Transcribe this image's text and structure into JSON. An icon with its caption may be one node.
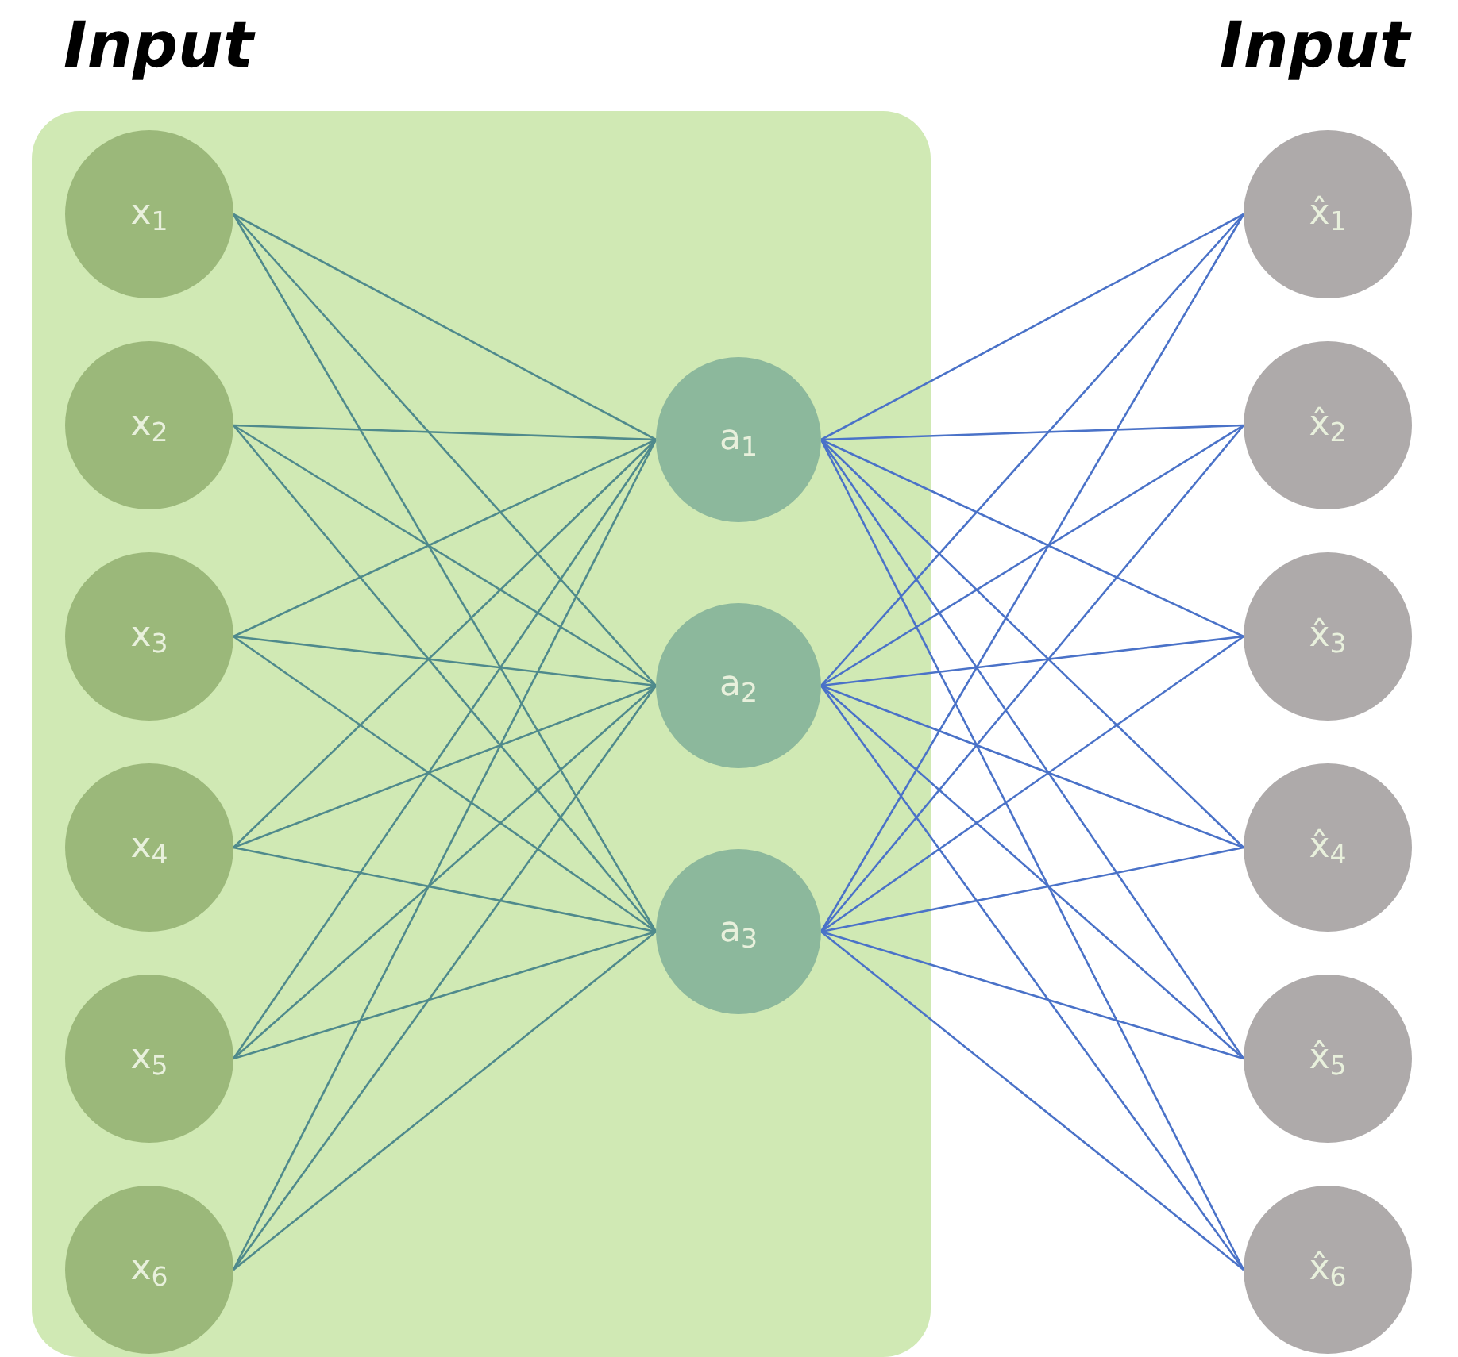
{
  "diagram": {
    "nodes": [
      {
        "text": [],
        "shape": "box"
      },
      {
        "text": [
          "x$_{1}$"
        ],
        "in": 0
      },
      {
        "text": [
          "x$_{2}$"
        ],
        "in": 0
      },
      {
        "text": [
          "x$_{3}$"
        ],
        "in": 0
      },
      {
        "text": [
          "x$_{4}$"
        ],
        "in": 0
      },
      {
        "text": [
          "x$_{5}$"
        ],
        "in": 0
      },
      {
        "text": [
          "x$_{6}$"
        ],
        "in": 0
      },
      {
        "text": [
          "a$_{1}$"
        ],
        "in": 0
      },
      {
        "text": [
          "a$_{2}$"
        ],
        "in": 0
      },
      {
        "text": [
          "a$_{3}$"
        ],
        "in": 0
      },
      {
        "text": [
          "x̂$_{1}$"
        ]
      },
      {
        "text": [
          "x̂$_{2}$"
        ]
      },
      {
        "text": [
          "x̂$_{3}$"
        ]
      },
      {
        "text": [
          "x̂$_{4}$"
        ]
      },
      {
        "text": [
          "x̂$_{5}$"
        ]
      },
      {
        "text": [
          "x̂$_{6}$"
        ]
      }
    ],
    "edges": [
      {
        "from": 1,
        "to": 7,
        "arrow": "none"
      },
      {
        "from": 1,
        "to": 8,
        "arrow": "none"
      },
      {
        "from": 1,
        "to": 9,
        "arrow": "none"
      },
      {
        "from": 2,
        "to": 7,
        "arrow": "none"
      },
      {
        "from": 2,
        "to": 8,
        "arrow": "none"
      },
      {
        "from": 2,
        "to": 9,
        "arrow": "none"
      },
      {
        "from": 3,
        "to": 7,
        "arrow": "none"
      },
      {
        "from": 3,
        "to": 8,
        "arrow": "none"
      },
      {
        "from": 3,
        "to": 9,
        "arrow": "none"
      },
      {
        "from": 4,
        "to": 7,
        "arrow": "none"
      },
      {
        "from": 4,
        "to": 8,
        "arrow": "none"
      },
      {
        "from": 4,
        "to": 9,
        "arrow": "none"
      },
      {
        "from": 5,
        "to": 7,
        "arrow": "none"
      },
      {
        "from": 5,
        "to": 8,
        "arrow": "none"
      },
      {
        "from": 5,
        "to": 9,
        "arrow": "none"
      },
      {
        "from": 6,
        "to": 7,
        "arrow": "none"
      },
      {
        "from": 6,
        "to": 8,
        "arrow": "none"
      },
      {
        "from": 6,
        "to": 9,
        "arrow": "none"
      },
      {
        "from": 7,
        "to": 10,
        "arrow": "none",
        "color": "#4a72c8"
      },
      {
        "from": 7,
        "to": 11,
        "arrow": "none",
        "color": "#4a72c8"
      },
      {
        "from": 7,
        "to": 12,
        "arrow": "none",
        "color": "#4a72c8"
      },
      {
        "from": 7,
        "to": 13,
        "arrow": "none",
        "color": "#4a72c8"
      },
      {
        "from": 7,
        "to": 14,
        "arrow": "none",
        "color": "#4a72c8"
      },
      {
        "from": 7,
        "to": 15,
        "arrow": "none",
        "color": "#4a72c8"
      },
      {
        "from": 8,
        "to": 10,
        "arrow": "none",
        "color": "#4a72c8"
      },
      {
        "from": 8,
        "to": 11,
        "arrow": "none",
        "color": "#4a72c8"
      },
      {
        "from": 8,
        "to": 12,
        "arrow": "none",
        "color": "#4a72c8"
      },
      {
        "from": 8,
        "to": 13,
        "arrow": "none",
        "color": "#4a72c8"
      },
      {
        "from": 8,
        "to": 14,
        "arrow": "none",
        "color": "#4a72c8"
      },
      {
        "from": 8,
        "to": 15,
        "arrow": "none",
        "color": "#4a72c8"
      },
      {
        "from": 9,
        "to": 10,
        "arrow": "none",
        "color": "#4a72c8"
      },
      {
        "from": 9,
        "to": 11,
        "arrow": "none",
        "color": "#4a72c8"
      },
      {
        "from": 9,
        "to": 12,
        "arrow": "none",
        "color": "#4a72c8"
      },
      {
        "from": 9,
        "to": 13,
        "arrow": "none",
        "color": "#4a72c8"
      },
      {
        "from": 9,
        "to": 14,
        "arrow": "none",
        "color": "#4a72c8"
      },
      {
        "from": 9,
        "to": 15,
        "arrow": "none",
        "color": "#4a72c8"
      }
    ],
    "labels": [
      "Input",
      "Input"
    ]
  }
}
